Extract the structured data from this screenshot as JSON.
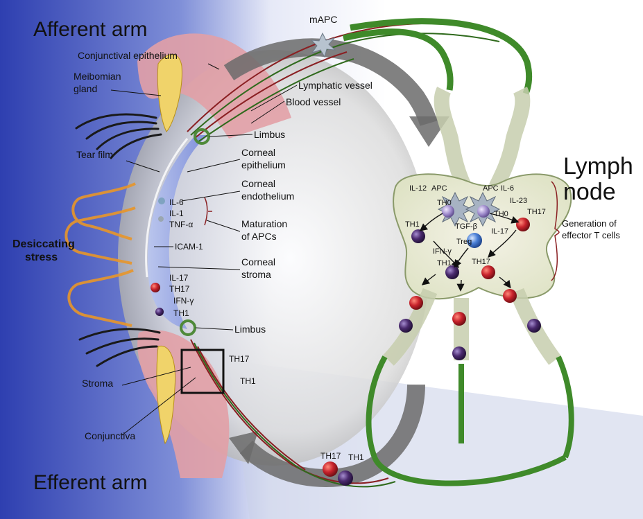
{
  "headings": {
    "afferent": "Afferent arm",
    "efferent": "Efferent arm",
    "lymph_line1": "Lymph",
    "lymph_line2": "node"
  },
  "eye_labels": {
    "conjunctival_epithelium": "Conjunctival epithelium",
    "meibomian_line1": "Meibomian",
    "meibomian_line2": "gland",
    "lymphatic_vessel": "Lymphatic vessel",
    "blood_vessel": "Blood vessel",
    "limbus_top": "Limbus",
    "tear_film": "Tear film",
    "corneal_epi_line1": "Corneal",
    "corneal_epi_line2": "epithelium",
    "corneal_endo_line1": "Corneal",
    "corneal_endo_line2": "endothelium",
    "maturation_line1": "Maturation",
    "maturation_line2": "of APCs",
    "desiccating_line1": "Desiccating",
    "desiccating_line2": "stress",
    "corneal_stroma_line1": "Corneal",
    "corneal_stroma_line2": "stroma",
    "limbus_bottom": "Limbus",
    "stroma": "Stroma",
    "conjunctiva": "Conjunctiva",
    "mapc": "mAPC"
  },
  "cytokines": {
    "il6": "IL-6",
    "il1": "IL-1",
    "tnfa": "TNF-α",
    "icam1": "ICAM-1",
    "il17": "IL-17",
    "th17": "TH17",
    "ifng": "IFN-γ",
    "th1": "TH1"
  },
  "node_labels": {
    "il12": "IL-12",
    "apc_left": "APC",
    "apc_right": "APC",
    "il6": "IL-6",
    "il23": "IL-23",
    "th0_left": "TH0",
    "th0_right": "TH0",
    "th17_right": "TH17",
    "th1_left": "TH1",
    "tgfb": "TGF-β",
    "il17": "IL-17",
    "treg": "Treg",
    "ifng": "IFN-γ",
    "th1_bottom": "TH1",
    "th17_bottom": "TH17"
  },
  "generation": {
    "line1": "Generation of",
    "line2": "effector T cells"
  },
  "bottom_cells": {
    "th17_a": "TH17",
    "th1_a": "TH1",
    "th17_b": "TH17",
    "th1_b": "TH1"
  },
  "colors": {
    "th1_cell": "#4a2a6e",
    "th17_cell": "#b5202a",
    "treg_cell": "#4a7fd6",
    "th0_cell": "#9a86c8",
    "vessel_green": "#3f8a2a",
    "background_blue": "#3d4fb8",
    "arrow_gray": "#6b6b6b"
  }
}
